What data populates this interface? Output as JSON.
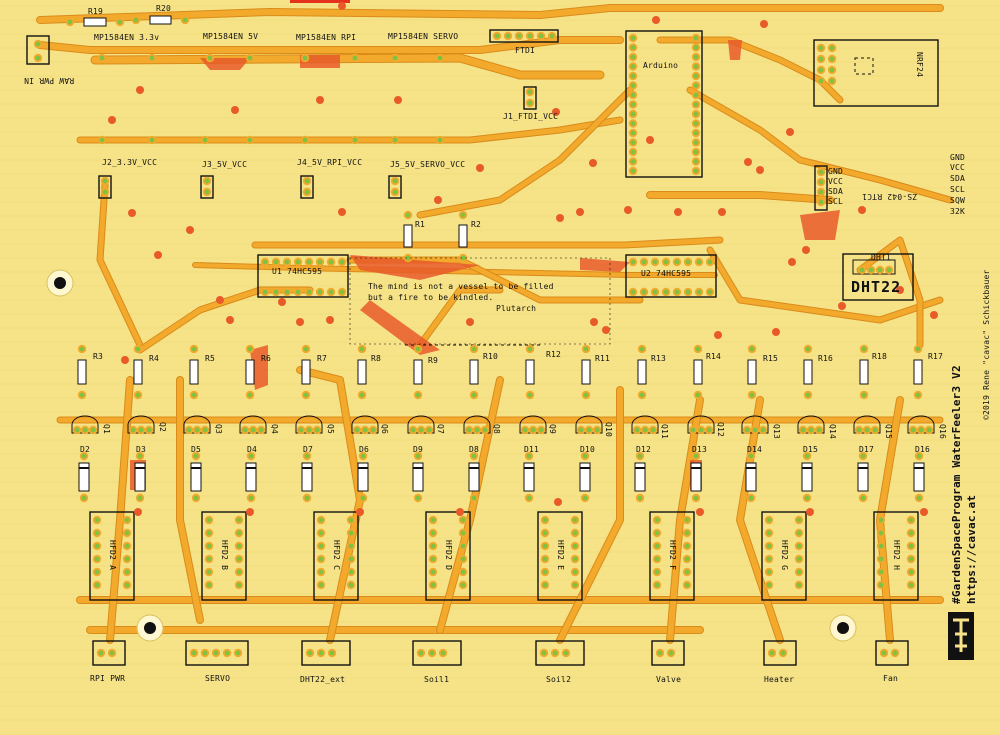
{
  "board": {
    "title": "#GardenSpaceProgram WaterFeeler3 V2",
    "url": "https://cavac.at",
    "copyright": "©2019 Rene \"cavac\" Schickbauer",
    "quote": [
      "The mind is not a vessel to be filled",
      "but a fire to be kindled."
    ],
    "quote_author": "Plutarch",
    "colors": {
      "board": "#f6e388",
      "trace": "#f2a92c",
      "trace_dark": "#d98c1a",
      "copper": "#e85a2a",
      "pad": "#7fc242",
      "outline": "#111111"
    }
  },
  "regulators": [
    "MP1584EN 3.3v",
    "MP1584EN 5V",
    "MP1584EN RPI",
    "MP1584EN SERVO"
  ],
  "jumpers": [
    "J2_3.3V_VCC",
    "J3_5V_VCC",
    "J4_5V_RPI_VCC",
    "J5_5V_SERVO_VCC",
    "J1_FTDI_VCC"
  ],
  "top_resistors": [
    "R19",
    "R20"
  ],
  "power_in": "RAW PWR IN",
  "ftdi": "FTDI",
  "arduino": "Arduino",
  "nrf": "NRF24",
  "rtc": {
    "name": "ZS-042 RTC1",
    "pins": [
      "GND",
      "VCC",
      "SDA",
      "SCL",
      "SQW",
      "32K"
    ]
  },
  "i2c_header": [
    "GND",
    "VCC",
    "SDA",
    "SCL"
  ],
  "dht": {
    "ref": "DHT1",
    "name": "DHT22"
  },
  "shift_registers": [
    "U1 74HC595",
    "U2 74HC595"
  ],
  "pullups": [
    "R1",
    "R2"
  ],
  "resistors": [
    "R3",
    "R4",
    "R5",
    "R6",
    "R7",
    "R8",
    "R9",
    "R10",
    "R12",
    "R11",
    "R13",
    "R14",
    "R15",
    "R16",
    "R18",
    "R17"
  ],
  "transistors": [
    "Q1",
    "Q2",
    "Q3",
    "Q4",
    "Q5",
    "Q6",
    "Q7",
    "Q8",
    "Q9",
    "Q10",
    "Q11",
    "Q12",
    "Q13",
    "Q14",
    "Q15",
    "Q16"
  ],
  "diodes": [
    "D2",
    "D3",
    "D5",
    "D4",
    "D7",
    "D6",
    "D9",
    "D8",
    "D11",
    "D10",
    "D12",
    "D13",
    "D14",
    "D15",
    "D17",
    "D16"
  ],
  "relays": [
    "HFD2 A",
    "HFD2 B",
    "HFD2 C",
    "HFD2 D",
    "HFD2 E",
    "HFD2 F",
    "HFD2 G",
    "HFD2 H"
  ],
  "connectors": [
    "RPI PWR",
    "SERVO",
    "DHT22_ext",
    "Soil1",
    "Soil2",
    "Valve",
    "Heater",
    "Fan"
  ]
}
